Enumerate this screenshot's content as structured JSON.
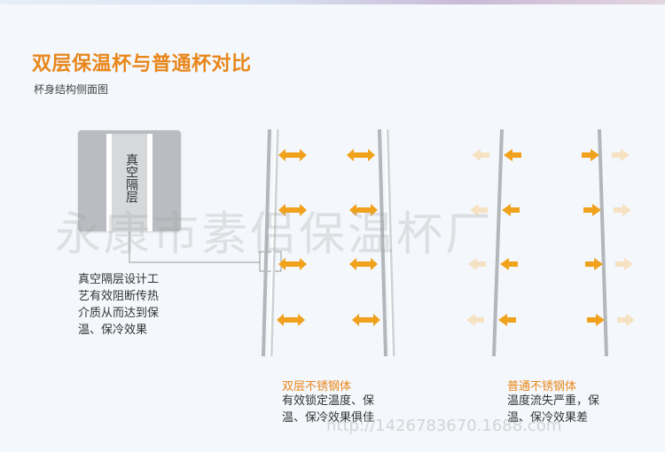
{
  "title": "双层保温杯与普通杯对比",
  "subtitle": "杯身结构侧面图",
  "vacuum_label": "真空隔层",
  "left_description": [
    "真空隔层设计工",
    "艺有效阻断传热",
    "介质从而达到保",
    "温、保冷效果"
  ],
  "double_wall": {
    "title": "双层不锈钢体",
    "text": [
      "有效锁定温度、保",
      "温、保冷效果俱佳"
    ]
  },
  "normal_cup": {
    "title": "普通不锈钢体",
    "text": [
      "温度流失严重，保",
      "温、保冷效果差"
    ]
  },
  "watermark": "永康市素侣保温杯厂",
  "watermark_url": "http://1426783670.1688.com",
  "colors": {
    "accent": "#e8861a",
    "arrow": "#f0a21c",
    "arrow_faded": "#f6e2c2",
    "wall": "#b3b6ba"
  }
}
